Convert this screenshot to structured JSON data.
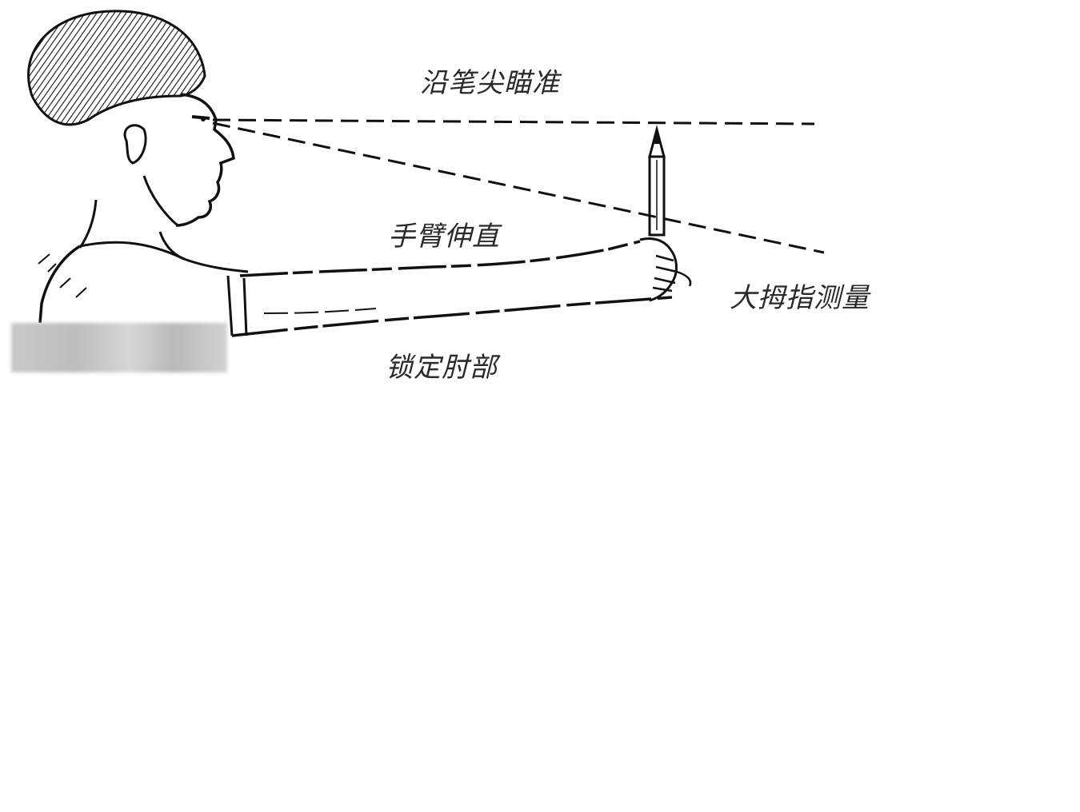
{
  "labels": {
    "aim_along_pencil_tip": "沿笔尖瞄准",
    "straighten_arm": "手臂伸直",
    "thumb_measure": "大拇指测量",
    "lock_elbow": "锁定肘部"
  },
  "colors": {
    "ink": "#111111",
    "label_text": "#2a2a2a",
    "background": "#ffffff",
    "blur_patch": "#c8c8c8"
  }
}
